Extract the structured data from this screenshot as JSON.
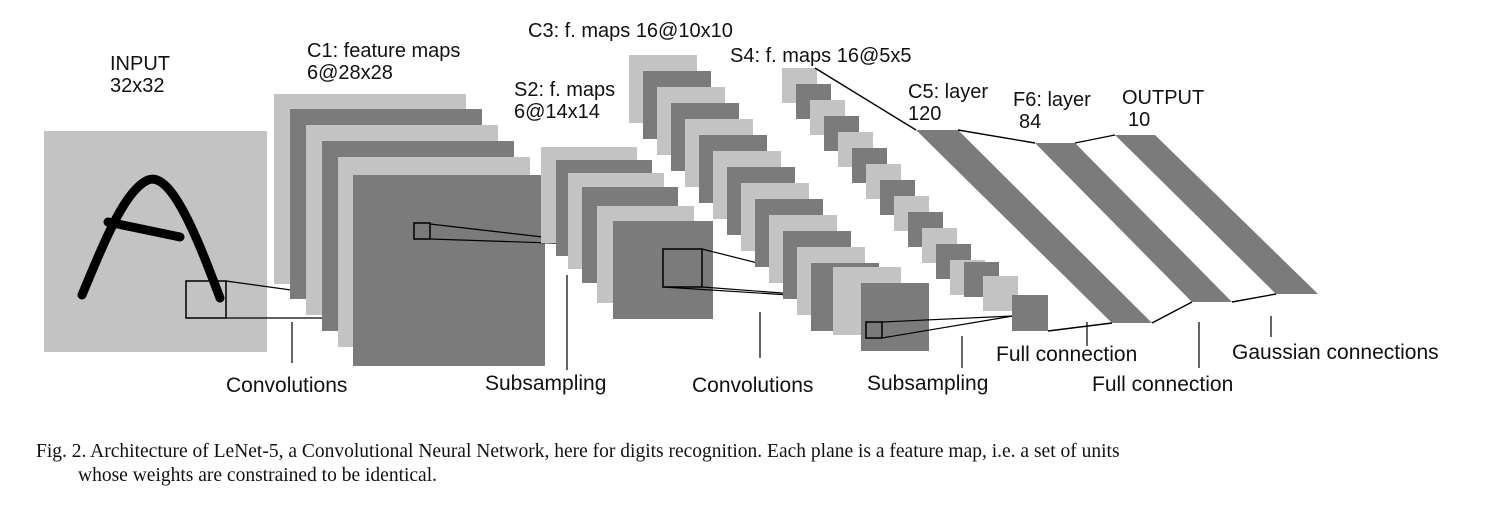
{
  "layers": {
    "input": {
      "name": "INPUT",
      "size": "32x32"
    },
    "c1": {
      "name": "C1: feature maps",
      "size": "6@28x28"
    },
    "s2": {
      "name": "S2: f. maps",
      "size": "6@14x14"
    },
    "c3": {
      "name": "C3: f. maps 16@10x10"
    },
    "s4": {
      "name": "S4: f. maps 16@5x5"
    },
    "c5": {
      "name": "C5: layer",
      "size": "120"
    },
    "f6": {
      "name": "F6: layer",
      "size": "84"
    },
    "output": {
      "name": "OUTPUT",
      "size": "10"
    }
  },
  "operations": {
    "conv1": "Convolutions",
    "sub1": "Subsampling",
    "conv2": "Convolutions",
    "sub2": "Subsampling",
    "full1": "Full connection",
    "full2": "Full connection",
    "gauss": "Gaussian connections"
  },
  "caption": {
    "line1": "Fig. 2.   Architecture of LeNet-5, a Convolutional Neural Network, here for digits recognition. Each plane is a feature map, i.e. a set of units",
    "line2": "whose weights are constrained to be identical."
  },
  "colors": {
    "light": "#c3c3c3",
    "dark": "#7b7b7b",
    "line": "#000000"
  }
}
